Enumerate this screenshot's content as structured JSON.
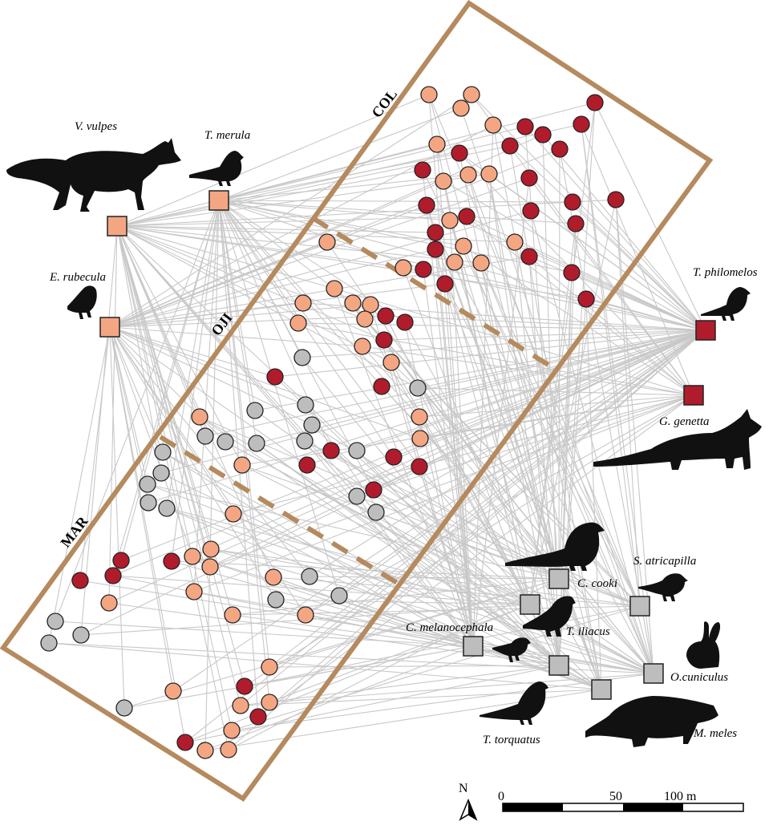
{
  "plots": [
    "COL",
    "OJI",
    "MAR"
  ],
  "colors": {
    "boundary": "#b58a5e",
    "edge": "#c8c8c8",
    "light": "#f4a683",
    "dark": "#b01c2c",
    "grey": "#bdbdbd",
    "stroke": "#222222"
  },
  "species": {
    "v_vulpes": "V. vulpes",
    "t_merula": "T. merula",
    "e_rubecula": "E. rubecula",
    "t_philomelos": "T. philomelos",
    "g_genetta": "G. genetta",
    "s_atricapilla": "S. atricapilla",
    "c_cooki": "C. cooki",
    "c_melanocephala": "C. melanocephala",
    "t_iliacus": "T. iliacus",
    "o_cuniculus": "O.cuniculus",
    "t_torquatus": "T. torquatus",
    "m_meles": "M. meles"
  },
  "scalebar": {
    "north": "N",
    "labels": [
      "0",
      "50",
      "100 m"
    ]
  }
}
